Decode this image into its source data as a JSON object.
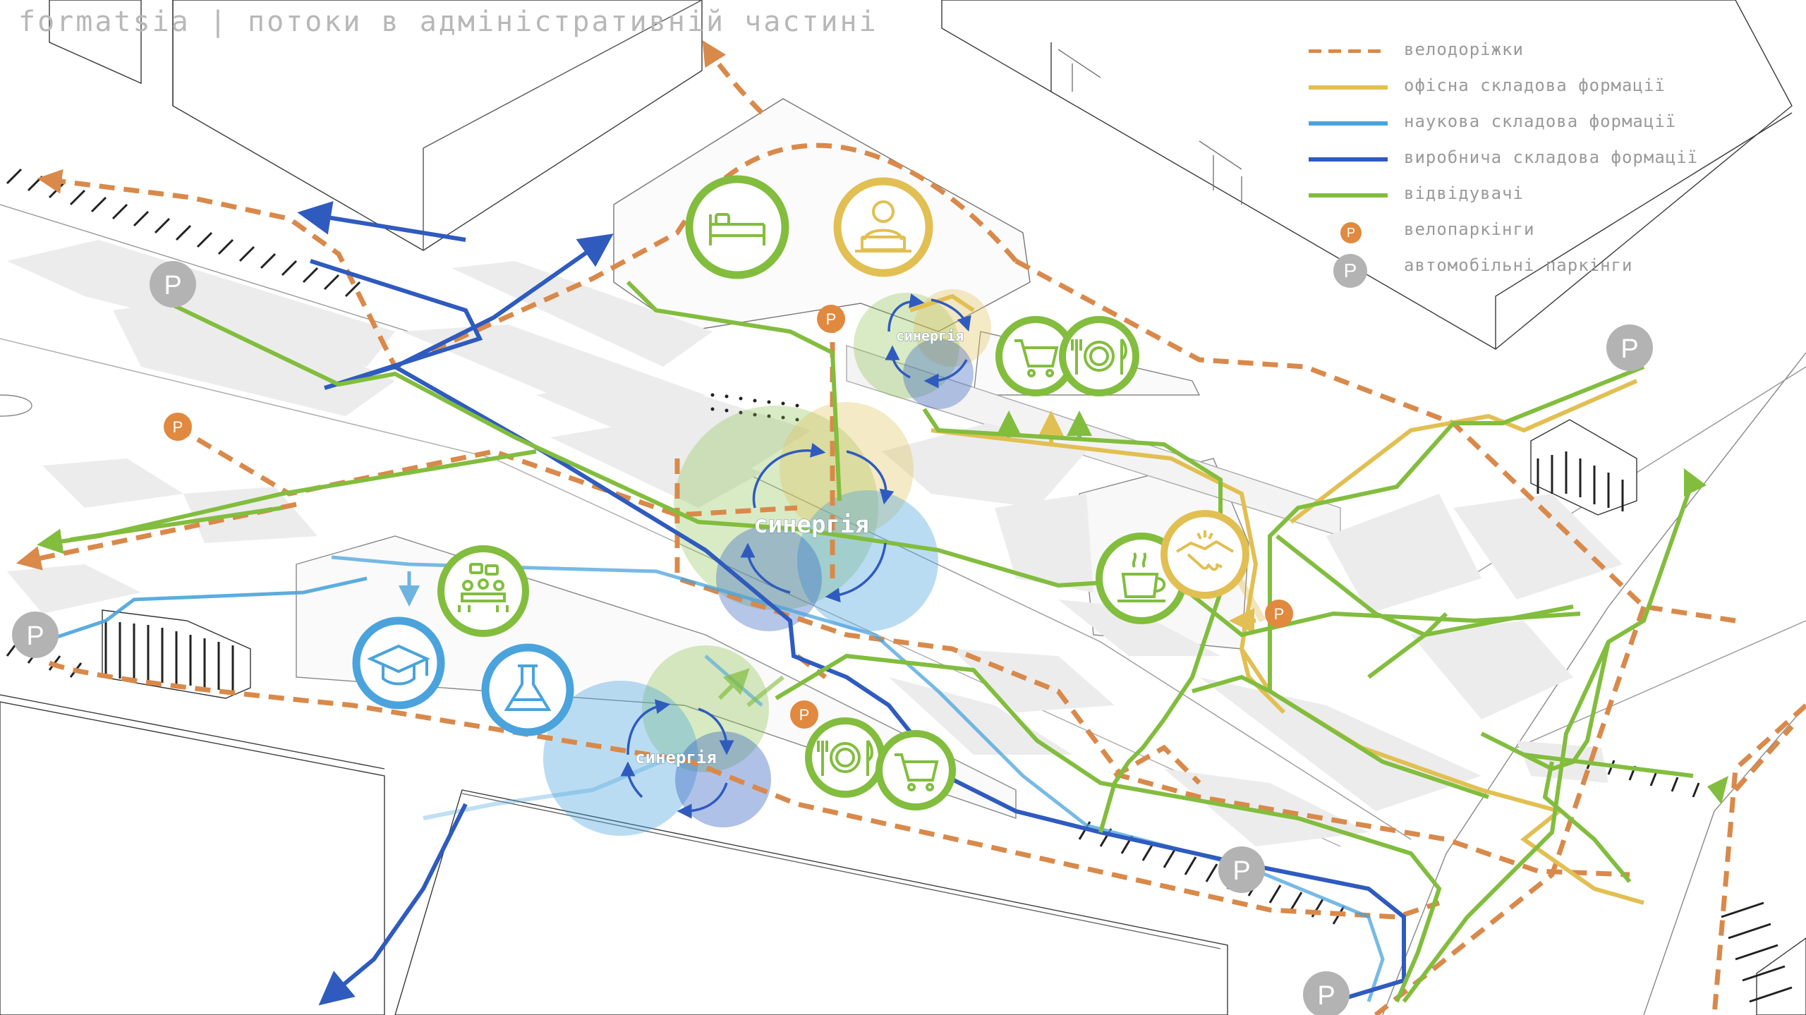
{
  "title": "formatsia | потоки в адміністративній частині",
  "legend": {
    "bike_paths": "велодоріжки",
    "office": "офісна складова формації",
    "science": "наукова складова  формації",
    "production": "виробнича складова  формації",
    "visitors": "відвідувачі",
    "bike_parking": "велопаркінги",
    "car_parking": "автомобільні паркінги"
  },
  "synergy": {
    "large": "синергія",
    "top": "синергія",
    "bottom": "синергія"
  },
  "markers": {
    "parking": "P"
  },
  "colors": {
    "bike": "#d9894a",
    "office": "#e2bf52",
    "science": "#4aa3dc",
    "production": "#2f5bbf",
    "visitors": "#82bd3e",
    "bike_parking_dot": "#e0893f",
    "car_parking_dot": "#b3b3b3"
  },
  "icons": [
    {
      "name": "bed-icon",
      "color": "#82bd3e"
    },
    {
      "name": "office-worker-icon",
      "color": "#e2bf52"
    },
    {
      "name": "shopping-cart-icon",
      "color": "#82bd3e"
    },
    {
      "name": "restaurant-icon",
      "color": "#82bd3e"
    },
    {
      "name": "coffee-cup-icon",
      "color": "#82bd3e"
    },
    {
      "name": "handshake-icon",
      "color": "#e2bf52"
    },
    {
      "name": "meeting-icon",
      "color": "#82bd3e"
    },
    {
      "name": "graduation-cap-icon",
      "color": "#4aa3dc"
    },
    {
      "name": "flask-icon",
      "color": "#4aa3dc"
    }
  ]
}
